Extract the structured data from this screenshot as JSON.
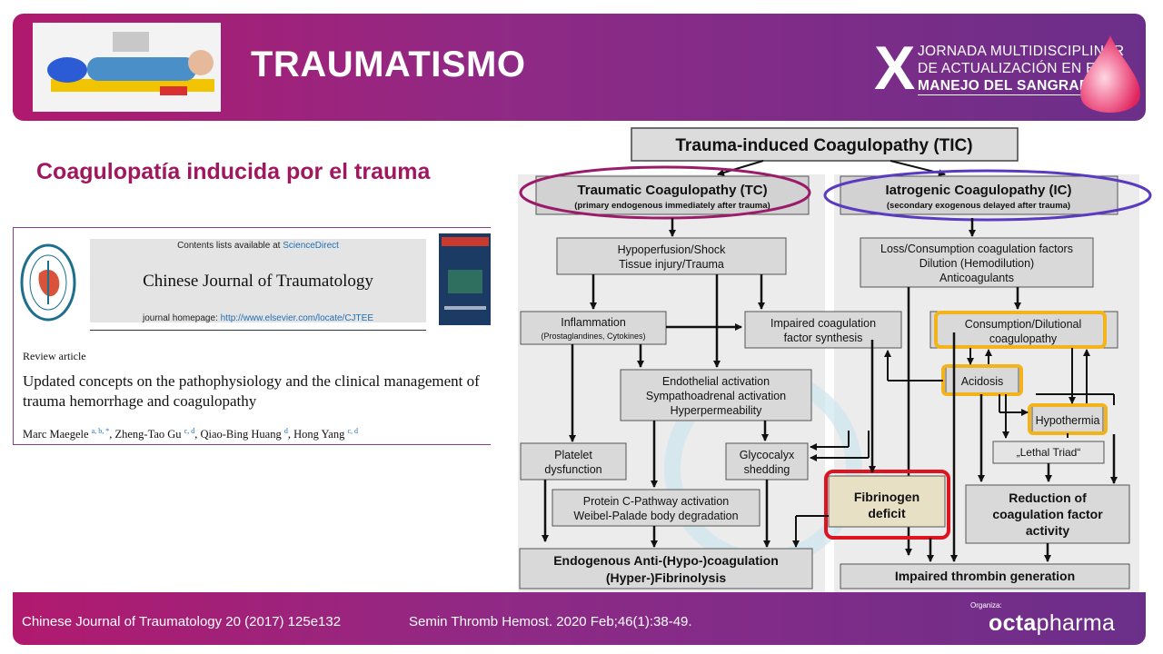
{
  "header": {
    "title": "TRAUMATISMO",
    "event_logo": {
      "numeral": "X",
      "line1": "JORNADA MULTIDISCIPLINAR",
      "line2": "DE ACTUALIZACIÓN EN EL",
      "line3": "MANEJO DEL SANGRADO"
    }
  },
  "subtitle": "Coagulopatía inducida por el trauma",
  "article": {
    "contents_prefix": "Contents lists available at ",
    "contents_link": "ScienceDirect",
    "journal": "Chinese Journal of Traumatology",
    "homepage_prefix": "journal homepage: ",
    "homepage_link": "http://www.elsevier.com/locate/CJTEE",
    "type": "Review article",
    "title": "Updated concepts on the pathophysiology and the clinical management of trauma hemorrhage and coagulopathy",
    "authors": [
      {
        "name": "Marc Maegele",
        "sup": "a, b, *"
      },
      {
        "name": "Zheng-Tao Gu",
        "sup": "c, d"
      },
      {
        "name": "Qiao-Bing Huang",
        "sup": "d"
      },
      {
        "name": "Hong Yang",
        "sup": "c, d"
      }
    ]
  },
  "diagram": {
    "title": "Trauma-induced Coagulopathy (TIC)",
    "tc": {
      "title": "Traumatic Coagulopathy (TC)",
      "sub": "(primary endogenous immediately after trauma)"
    },
    "ic": {
      "title": "Iatrogenic Coagulopathy (IC)",
      "sub": "(secondary exogenous delayed after trauma)"
    },
    "hypoperfusion": [
      "Hypoperfusion/Shock",
      "Tissue injury/Trauma"
    ],
    "loss": [
      "Loss/Consumption coagulation factors",
      "Dilution (Hemodilution)",
      "Anticoagulants"
    ],
    "inflammation": [
      "Inflammation",
      "(Prostaglandines, Cytokines)"
    ],
    "impaired_synthesis": [
      "Impaired coagulation",
      "factor synthesis"
    ],
    "consumption": [
      "Consumption/Dilutional",
      "coagulopathy"
    ],
    "endothelial": [
      "Endothelial activation",
      "Sympathoadrenal activation",
      "Hyperpermeability"
    ],
    "acidosis": "Acidosis",
    "hypothermia": "Hypothermia",
    "platelet": [
      "Platelet",
      "dysfunction"
    ],
    "glycocalyx": [
      "Glycocalyx",
      "shedding"
    ],
    "lethal_triad": "„Lethal Triad“",
    "protein_c": [
      "Protein C-Pathway activation",
      "Weibel-Palade body degradation"
    ],
    "fibrinogen": [
      "Fibrinogen",
      "deficit"
    ],
    "reduction": [
      "Reduction of",
      "coagulation factor",
      "activity"
    ],
    "endogenous": [
      "Endogenous Anti-(Hypo-)coagulation",
      "(Hyper-)Fibrinolysis"
    ],
    "thrombin": "Impaired thrombin generation",
    "colors": {
      "tc_ring": "#9b1b6b",
      "ic_ring": "#5a3bbf",
      "highlight_yellow": "#f2b31b",
      "highlight_red": "#e0141e"
    }
  },
  "footer": {
    "ref1": "Chinese Journal of Traumatology 20 (2017) 125e132",
    "ref2": "Semin Thromb Hemost. 2020 Feb;46(1):38-49.",
    "organizer_label": "Organiza:",
    "organizer_bold": "octa",
    "organizer_light": "pharma"
  },
  "colors": {
    "brand_magenta": "#b01a6e",
    "brand_purple": "#6b2f8a",
    "subtitle": "#a0175f"
  }
}
